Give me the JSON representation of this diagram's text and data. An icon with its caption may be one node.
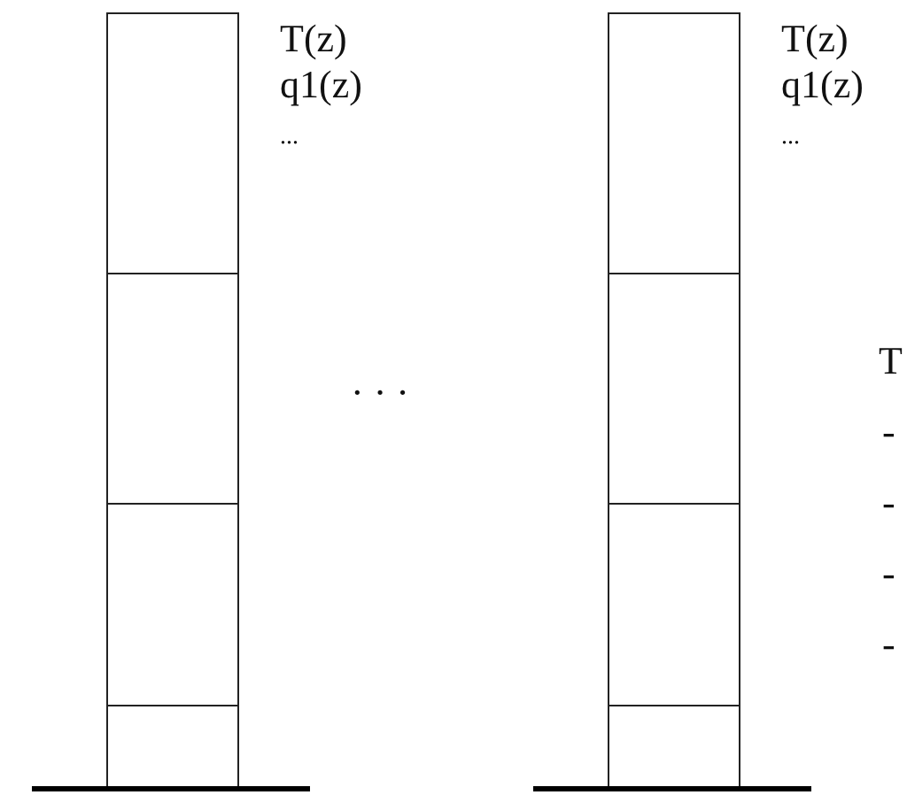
{
  "diagram": {
    "nodes": [
      {
        "text": [],
        "shape": "box",
        "beside": [
          "T(z)",
          "q1(z)",
          "..."
        ]
      },
      {
        "text": [],
        "shape": "box"
      },
      {
        "text": [],
        "shape": "box"
      },
      {
        "text": [],
        "shape": "box"
      },
      {
        "text": [],
        "shape": "box",
        "beside": [
          "T(z)",
          "q1(z)",
          "..."
        ]
      },
      {
        "text": [],
        "shape": "box"
      },
      {
        "text": [],
        "shape": "box"
      },
      {
        "text": [],
        "shape": "box"
      }
    ],
    "labels": [
      "· · ·",
      "T",
      "-",
      "-",
      "-",
      "-"
    ]
  }
}
